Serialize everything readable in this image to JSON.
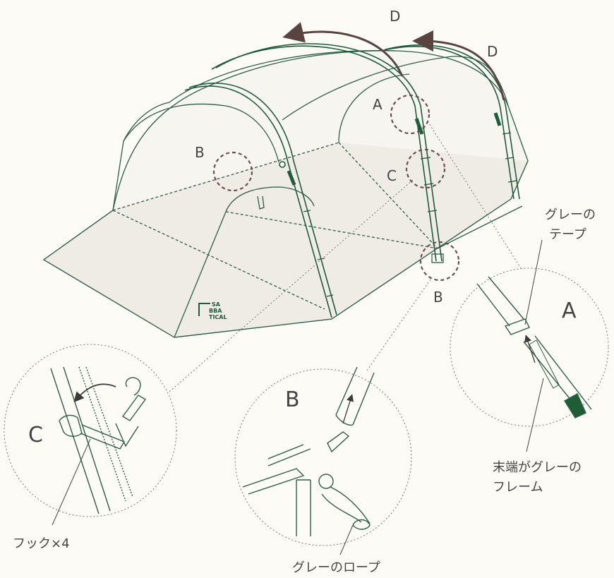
{
  "colors": {
    "frame": "#1f5a3a",
    "line": "#2e5e45",
    "floor": "#efebe5",
    "tent_body": "#f7f5ef",
    "callout": "#6b4f49",
    "arrow": "#5a4440",
    "background": "#fdfbf6",
    "tape_accent": "#1d5e37"
  },
  "labels": {
    "d1": "D",
    "d2": "D",
    "a_small": "A",
    "b_small_left": "B",
    "c_small": "C",
    "b_small_bottom": "B",
    "a_big": "A",
    "b_big": "B",
    "c_big": "C"
  },
  "annotations": {
    "grey_tape_line1": "グレーの",
    "grey_tape_line2": "テープ",
    "grey_frame_line1": "末端がグレーの",
    "grey_frame_line2": "フレーム",
    "hooks": "フック×4",
    "grey_rope": "グレーのロープ"
  },
  "logo": {
    "line1": "SA",
    "line2": "BBA",
    "line3": "TICAL"
  },
  "icons": {
    "direction_arrow": "curved-arrow-icon",
    "pull_arrow": "straight-arrow-icon"
  }
}
